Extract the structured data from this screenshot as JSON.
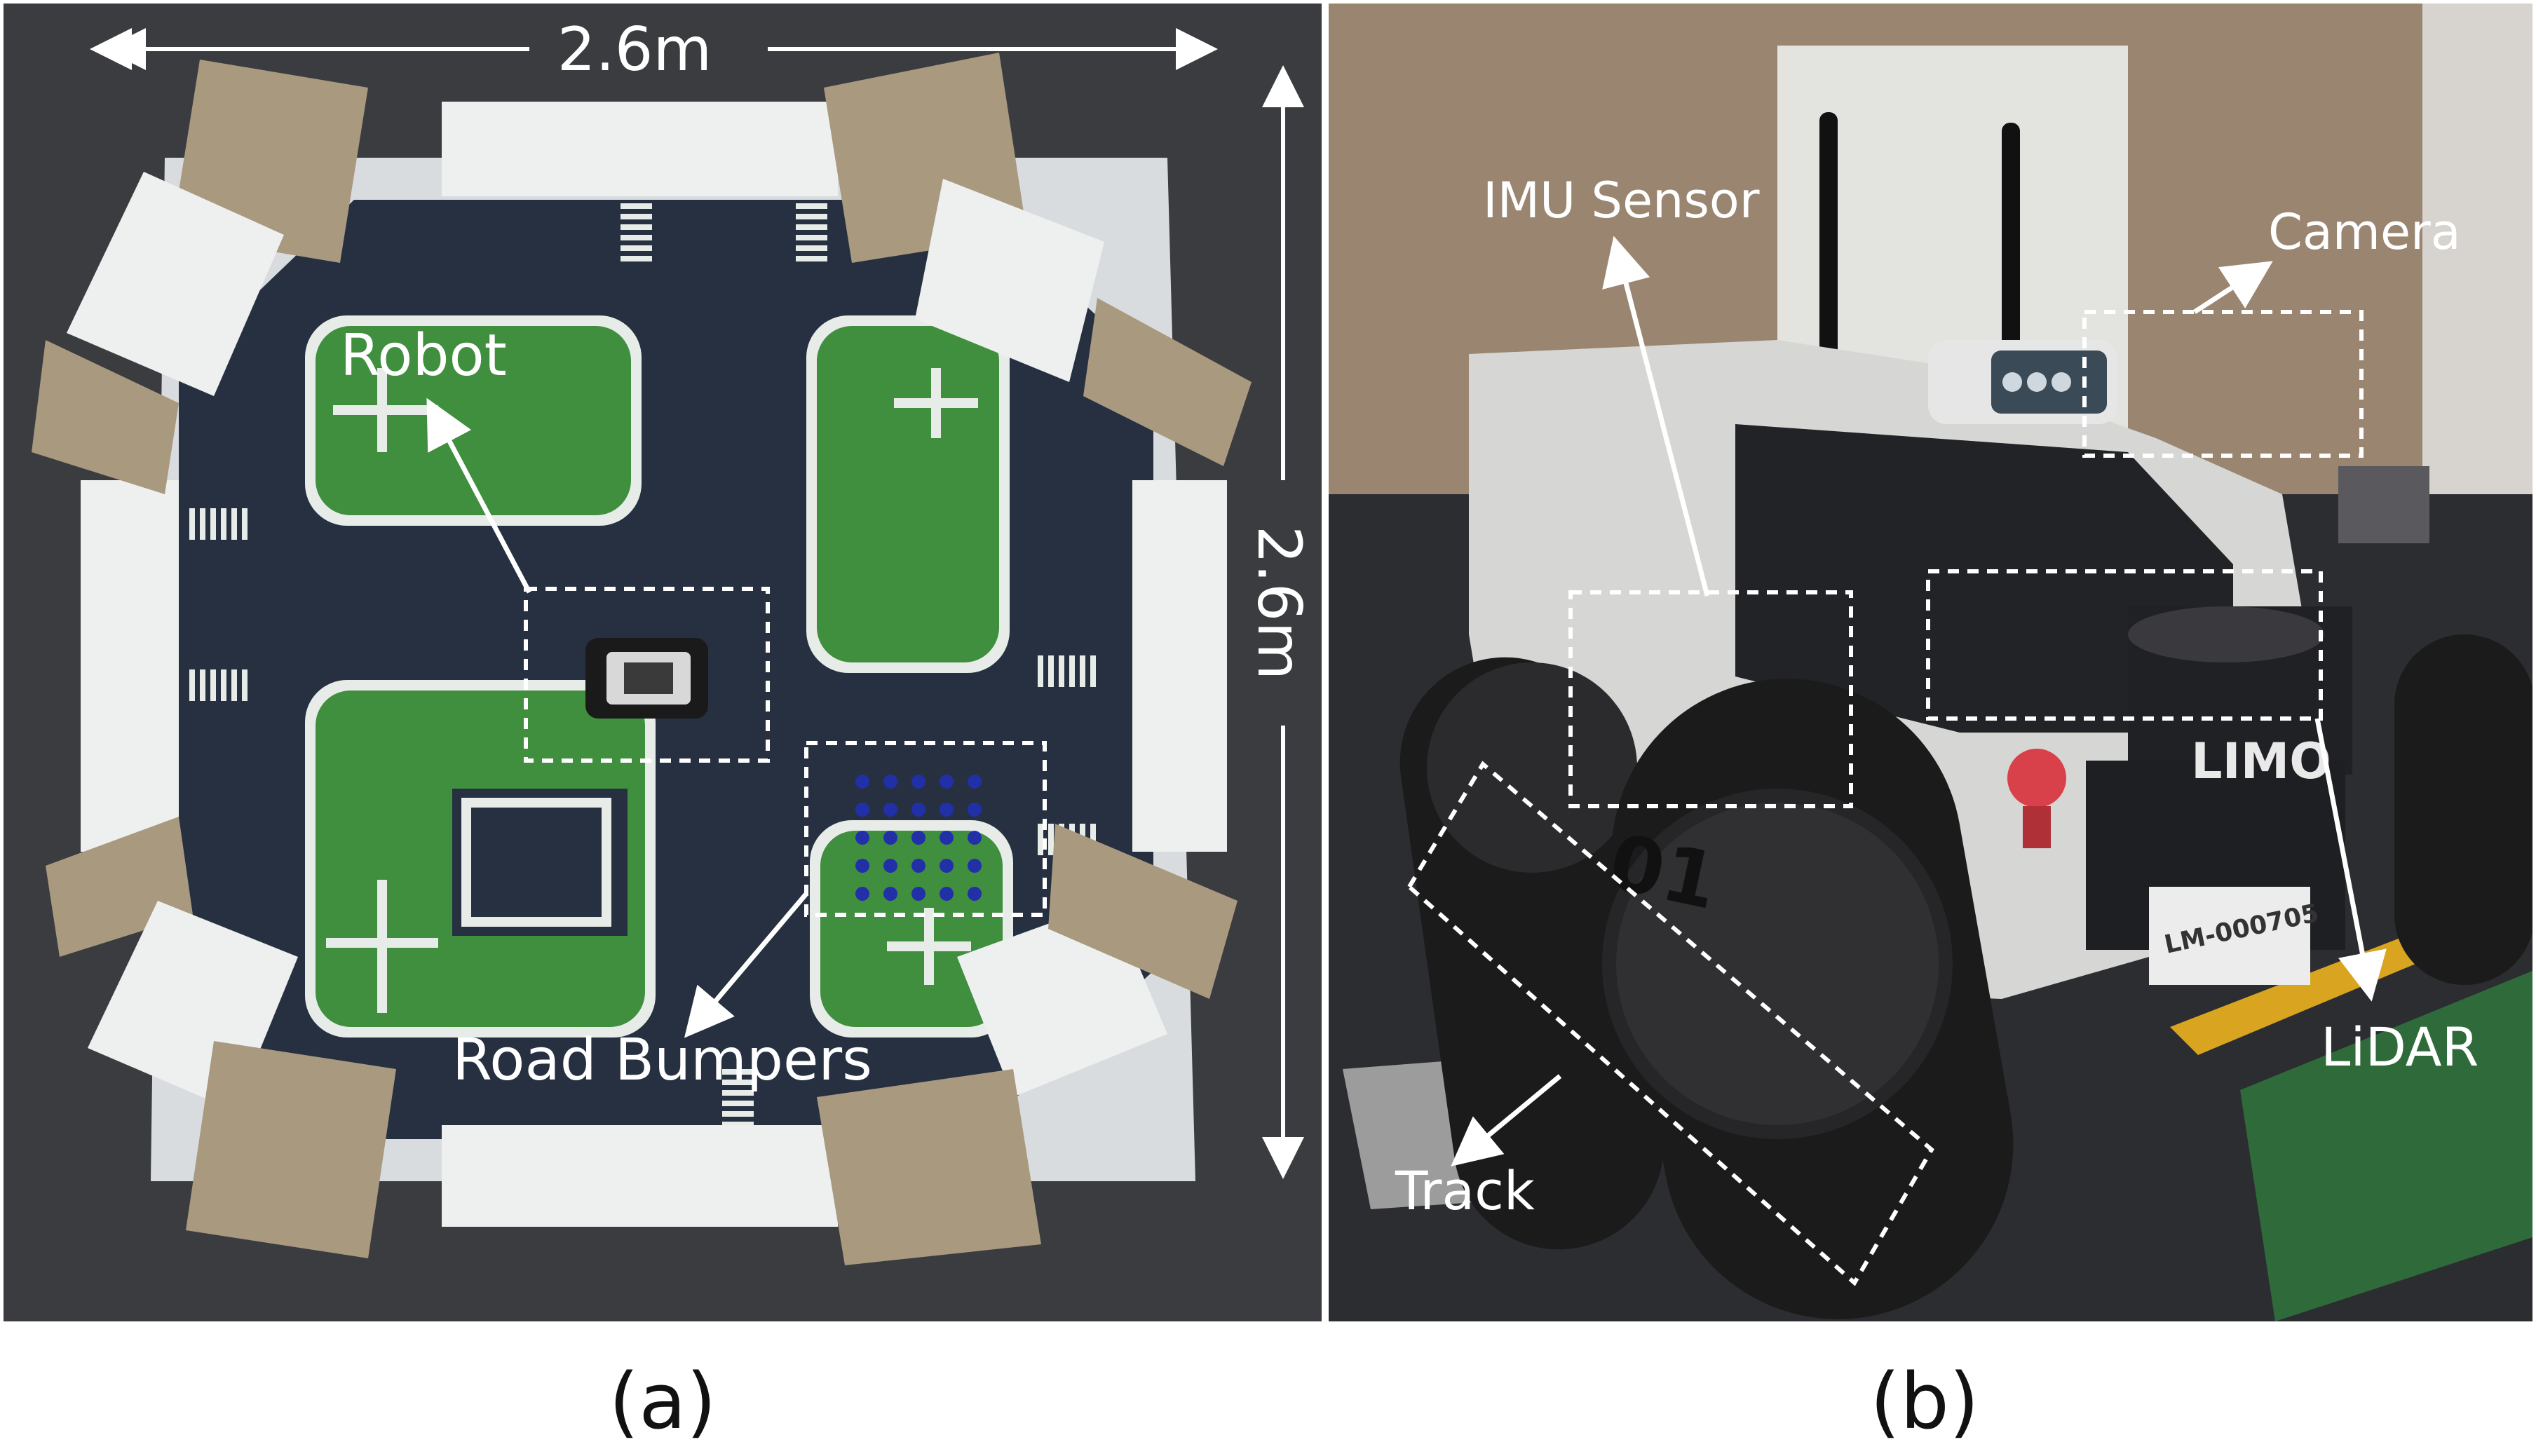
{
  "panel_a": {
    "dim_width": "2.6m",
    "dim_height": "2.6m",
    "label_robot": "Robot",
    "label_bumpers": "Road Bumpers",
    "caption": "(a)"
  },
  "panel_b": {
    "label_imu": "IMU Sensor",
    "label_camera": "Camera",
    "label_lidar": "LiDAR",
    "label_track": "Track",
    "robot_brand": "LIMO",
    "robot_number": "01",
    "robot_id": "LM-000705",
    "caption": "(b)"
  },
  "colors": {
    "road": "#2b3340",
    "grass": "#3f8f3f",
    "annotation": "#ffffff",
    "floor": "#2a2b30"
  }
}
